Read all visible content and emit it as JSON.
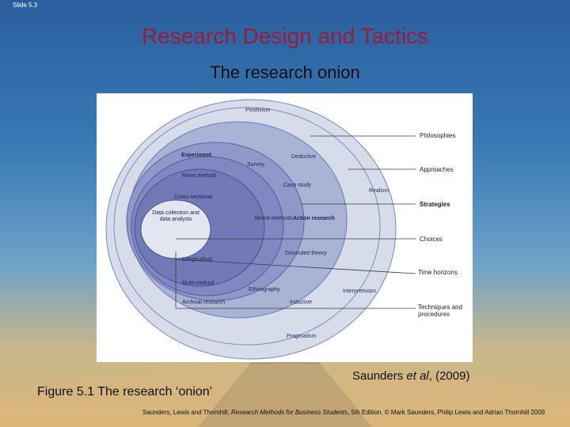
{
  "slide_label": "Slide 5.3",
  "title": "Research Design and Tactics",
  "subtitle": "The research onion",
  "onion": {
    "rings": {
      "positivism": "Positivism",
      "deductive": "Deductive",
      "realism": "Realism",
      "interpretivism": "Interpretivism",
      "inductive": "Inductive",
      "pragmatism": "Pragmatism",
      "experiment": "Experiment",
      "survey": "Survey",
      "case_study": "Case study",
      "mono_method": "Mono method",
      "cross_sectional": "Cross-sectional",
      "mixed_methods": "Mixed methods",
      "action_research": "Action research",
      "grounded_theory": "Grounded theory",
      "longitudinal": "Longitudinal",
      "multi_method": "Multi-method",
      "ethnography": "Ethnography",
      "archival_research": "Archival research",
      "core": "Data collection and data analysis"
    },
    "layers": {
      "philosophies": "Philosophies",
      "approaches": "Approaches",
      "strategies": "Strategies",
      "choices": "Choices",
      "time_horizons": "Time horizons",
      "techniques": "Techniques and procedures"
    }
  },
  "citation": {
    "author": "Saunders",
    "etal": "et al",
    "year": ", (2009)"
  },
  "caption": "Figure 5.1  The research ‘onion’",
  "footer": {
    "authors": "Saunders, Lewis and Thornhill, ",
    "book": "Research Methods for Business Students",
    "rest": ", 5th Edition, © Mark Saunders, Philip Lewis and Adrian Thornhill 2009"
  },
  "colors": {
    "title": "#9b1b3a",
    "ring_light": "#d7dcea",
    "ring_mid": "#a9b3d6",
    "ring_dark": "#6f78b4",
    "core": "#e3e6f1"
  }
}
